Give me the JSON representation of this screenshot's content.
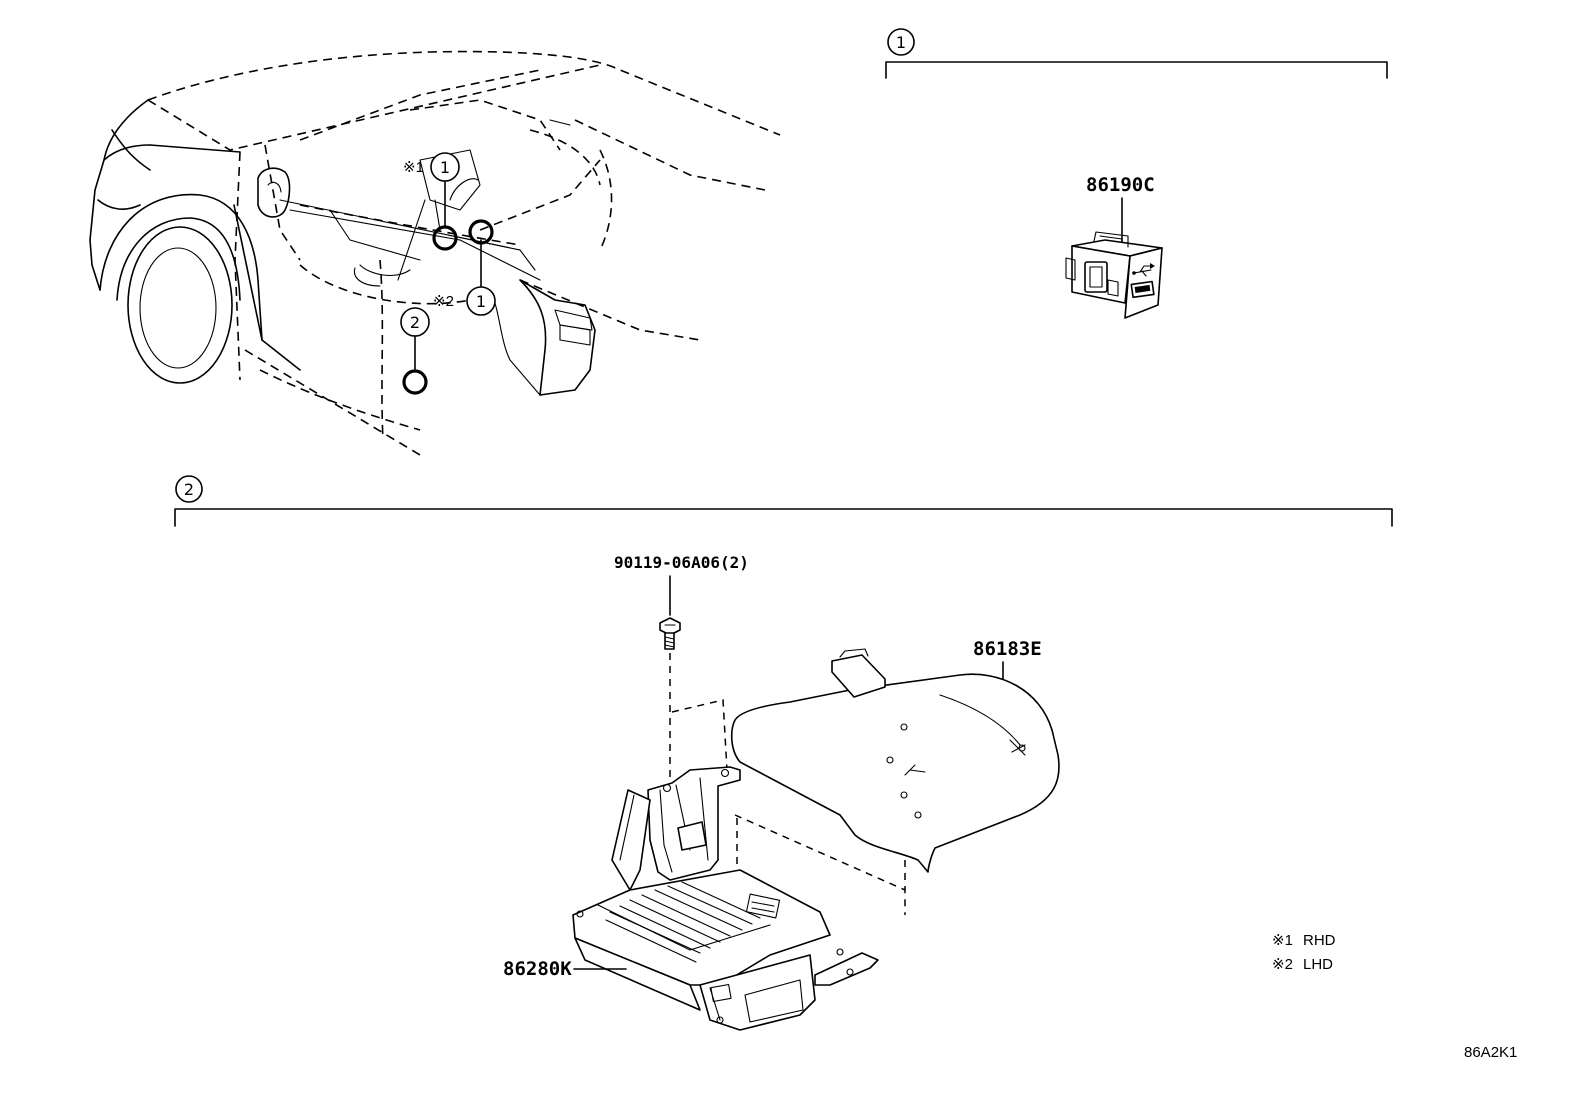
{
  "callouts": {
    "ref1": "1",
    "ref2": "2"
  },
  "vehicle_view": {
    "mark1_label": "※1",
    "mark2_label": "※2",
    "ref1_upper": "1",
    "ref1_lower": "1",
    "ref2": "2"
  },
  "section1": {
    "ref": "1",
    "part_number": "86190C",
    "part_icon": "usb-port-icon"
  },
  "section2": {
    "ref": "2",
    "bolt_part": "90119-06A06(2)",
    "cover_part": "86183E",
    "module_part": "86280K"
  },
  "notes": [
    {
      "mark": "※1",
      "text": "RHD"
    },
    {
      "mark": "※2",
      "text": "LHD"
    }
  ],
  "illustration_code": "86A2K1"
}
